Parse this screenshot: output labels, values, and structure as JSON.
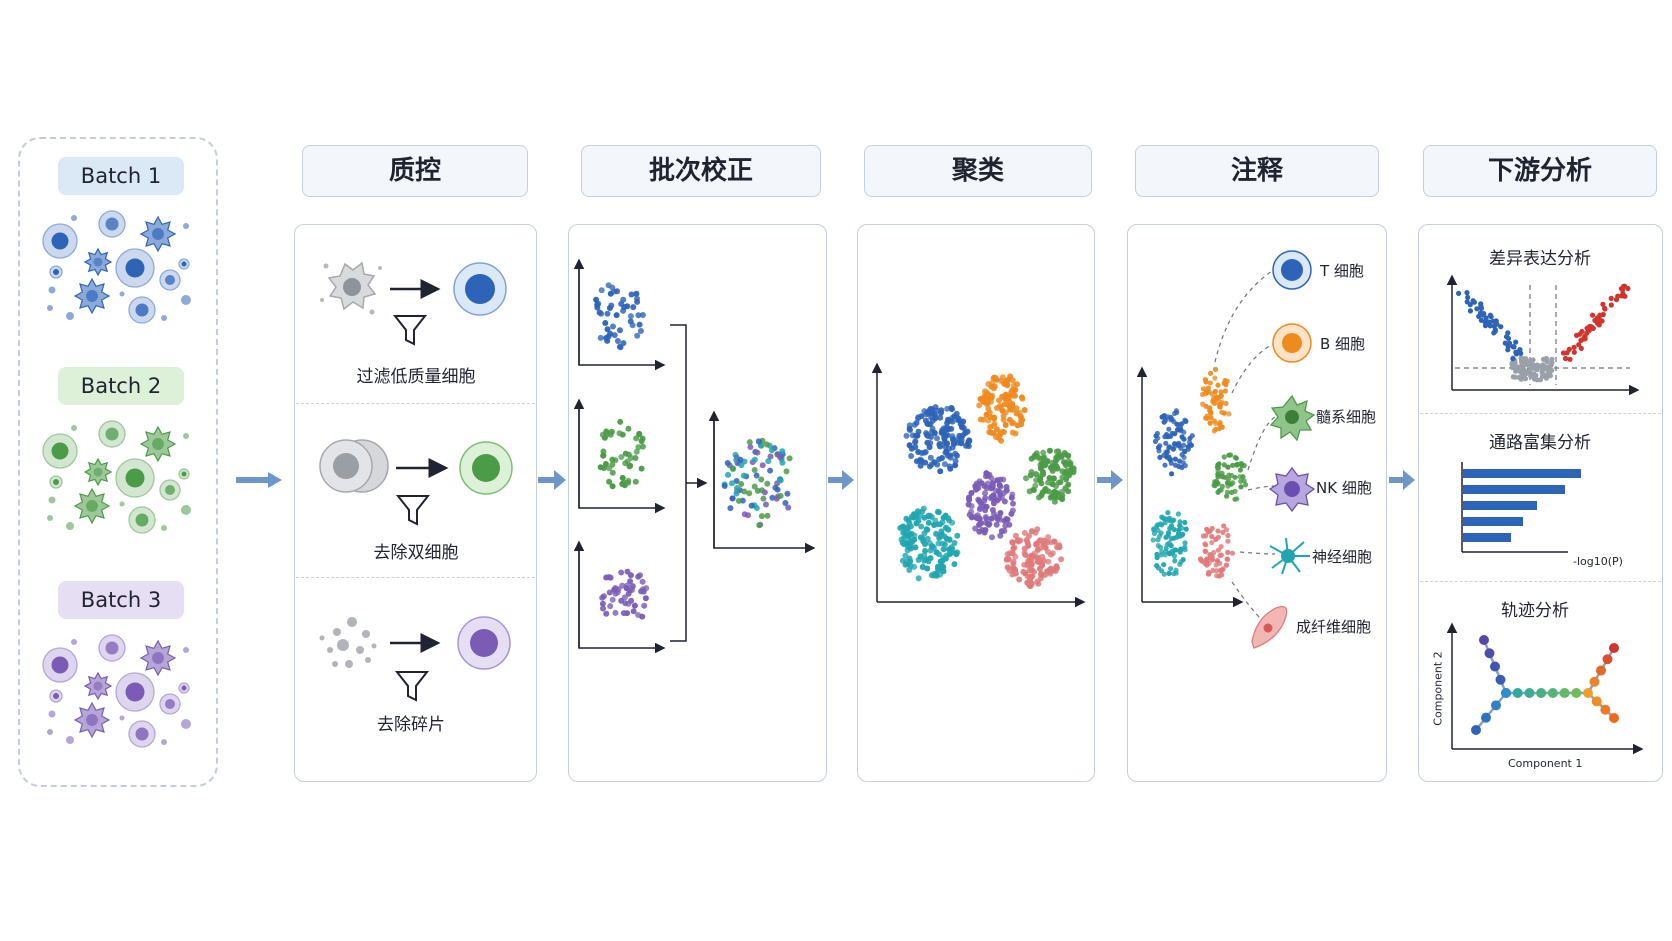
{
  "batches": [
    {
      "label": "Batch 1",
      "color": "#2e64b8",
      "tint": "#dbe8f6"
    },
    {
      "label": "Batch 2",
      "color": "#4c9b48",
      "tint": "#ddf0d8"
    },
    {
      "label": "Batch 3",
      "color": "#7a5bb6",
      "tint": "#e6def3"
    }
  ],
  "stages": [
    {
      "title": "质控"
    },
    {
      "title": "批次校正"
    },
    {
      "title": "聚类"
    },
    {
      "title": "注释"
    },
    {
      "title": "下游分析"
    }
  ],
  "qc_steps": [
    {
      "caption": "过滤低质量细胞",
      "icon": "filter-icon"
    },
    {
      "caption": "去除双细胞",
      "icon": "filter-icon"
    },
    {
      "caption": "去除碎片",
      "icon": "filter-icon"
    }
  ],
  "annotation_cells": [
    {
      "label": "T 细胞",
      "icon": "t-cell-icon",
      "color": "#2e64b8"
    },
    {
      "label": "B 细胞",
      "icon": "b-cell-icon",
      "color": "#ef8a1f"
    },
    {
      "label": "髓系细胞",
      "icon": "myeloid-cell-icon",
      "color": "#4c9b48"
    },
    {
      "label": "NK 细胞",
      "icon": "nk-cell-icon",
      "color": "#6a4fb0"
    },
    {
      "label": "神经细胞",
      "icon": "neuron-icon",
      "color": "#21a6b0"
    },
    {
      "label": "成纤维细胞",
      "icon": "fibroblast-icon",
      "color": "#e07a7a"
    }
  ],
  "downstream": {
    "de": {
      "title": "差异表达分析"
    },
    "pathway": {
      "title": "通路富集分析",
      "xlabel": "-log10(P)"
    },
    "trajectory": {
      "title": "轨迹分析",
      "xlabel": "Component 1",
      "ylabel": "Component 2"
    }
  },
  "colors": {
    "blue": "#2e64b8",
    "green": "#4c9b48",
    "purple": "#7a5bb6",
    "orange": "#ef8a1f",
    "teal": "#21a6b0",
    "pink": "#e07a7a",
    "red": "#d0342c",
    "arrow": "#6f95c9"
  }
}
